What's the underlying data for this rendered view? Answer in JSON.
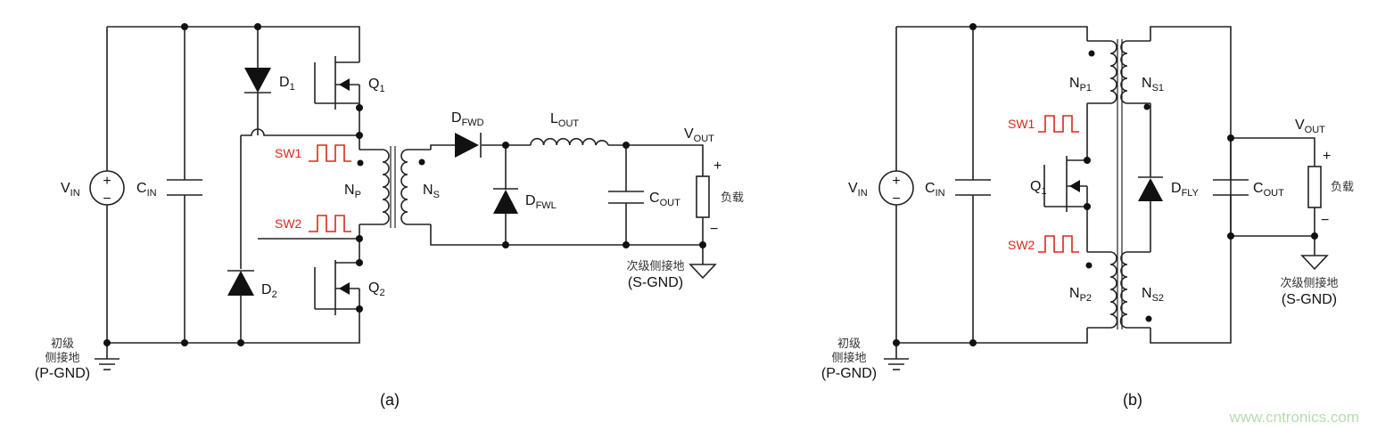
{
  "circuit_a": {
    "caption": "(a)",
    "vin": {
      "main": "V",
      "sub": "IN"
    },
    "cin": {
      "main": "C",
      "sub": "IN"
    },
    "d1": {
      "main": "D",
      "sub": "1"
    },
    "d2": {
      "main": "D",
      "sub": "2"
    },
    "q1": {
      "main": "Q",
      "sub": "1"
    },
    "q2": {
      "main": "Q",
      "sub": "2"
    },
    "np": {
      "main": "N",
      "sub": "P"
    },
    "ns": {
      "main": "N",
      "sub": "S"
    },
    "dfwd": {
      "main": "D",
      "sub": "FWD"
    },
    "dfwl": {
      "main": "D",
      "sub": "FWL"
    },
    "lout": {
      "main": "L",
      "sub": "OUT"
    },
    "cout": {
      "main": "C",
      "sub": "OUT"
    },
    "vout": {
      "main": "V",
      "sub": "OUT"
    },
    "sw1": "SW1",
    "sw2": "SW2",
    "plus": "+",
    "minus": "−",
    "load": "负载",
    "primary_gnd": [
      "初级",
      "侧接地",
      "(P-GND)"
    ],
    "secondary_gnd": [
      "次级侧接地",
      "(S-GND)"
    ]
  },
  "circuit_b": {
    "caption": "(b)",
    "vin": {
      "main": "V",
      "sub": "IN"
    },
    "cin": {
      "main": "C",
      "sub": "IN"
    },
    "np1": {
      "main": "N",
      "sub": "P1"
    },
    "np2": {
      "main": "N",
      "sub": "P2"
    },
    "ns1": {
      "main": "N",
      "sub": "S1"
    },
    "ns2": {
      "main": "N",
      "sub": "S2"
    },
    "q1": {
      "main": "Q",
      "sub": "1"
    },
    "dfly": {
      "main": "D",
      "sub": "FLY"
    },
    "cout": {
      "main": "C",
      "sub": "OUT"
    },
    "vout": {
      "main": "V",
      "sub": "OUT"
    },
    "sw1": "SW1",
    "sw2": "SW2",
    "plus": "+",
    "minus": "−",
    "load": "负载",
    "primary_gnd": [
      "初级",
      "侧接地",
      "(P-GND)"
    ],
    "secondary_gnd": [
      "次级侧接地",
      "(S-GND)"
    ]
  },
  "watermark": "www.cntronics.com",
  "colors": {
    "wire": "#222222",
    "signal": "#d9281c",
    "watermark": "#b7dcb0"
  }
}
